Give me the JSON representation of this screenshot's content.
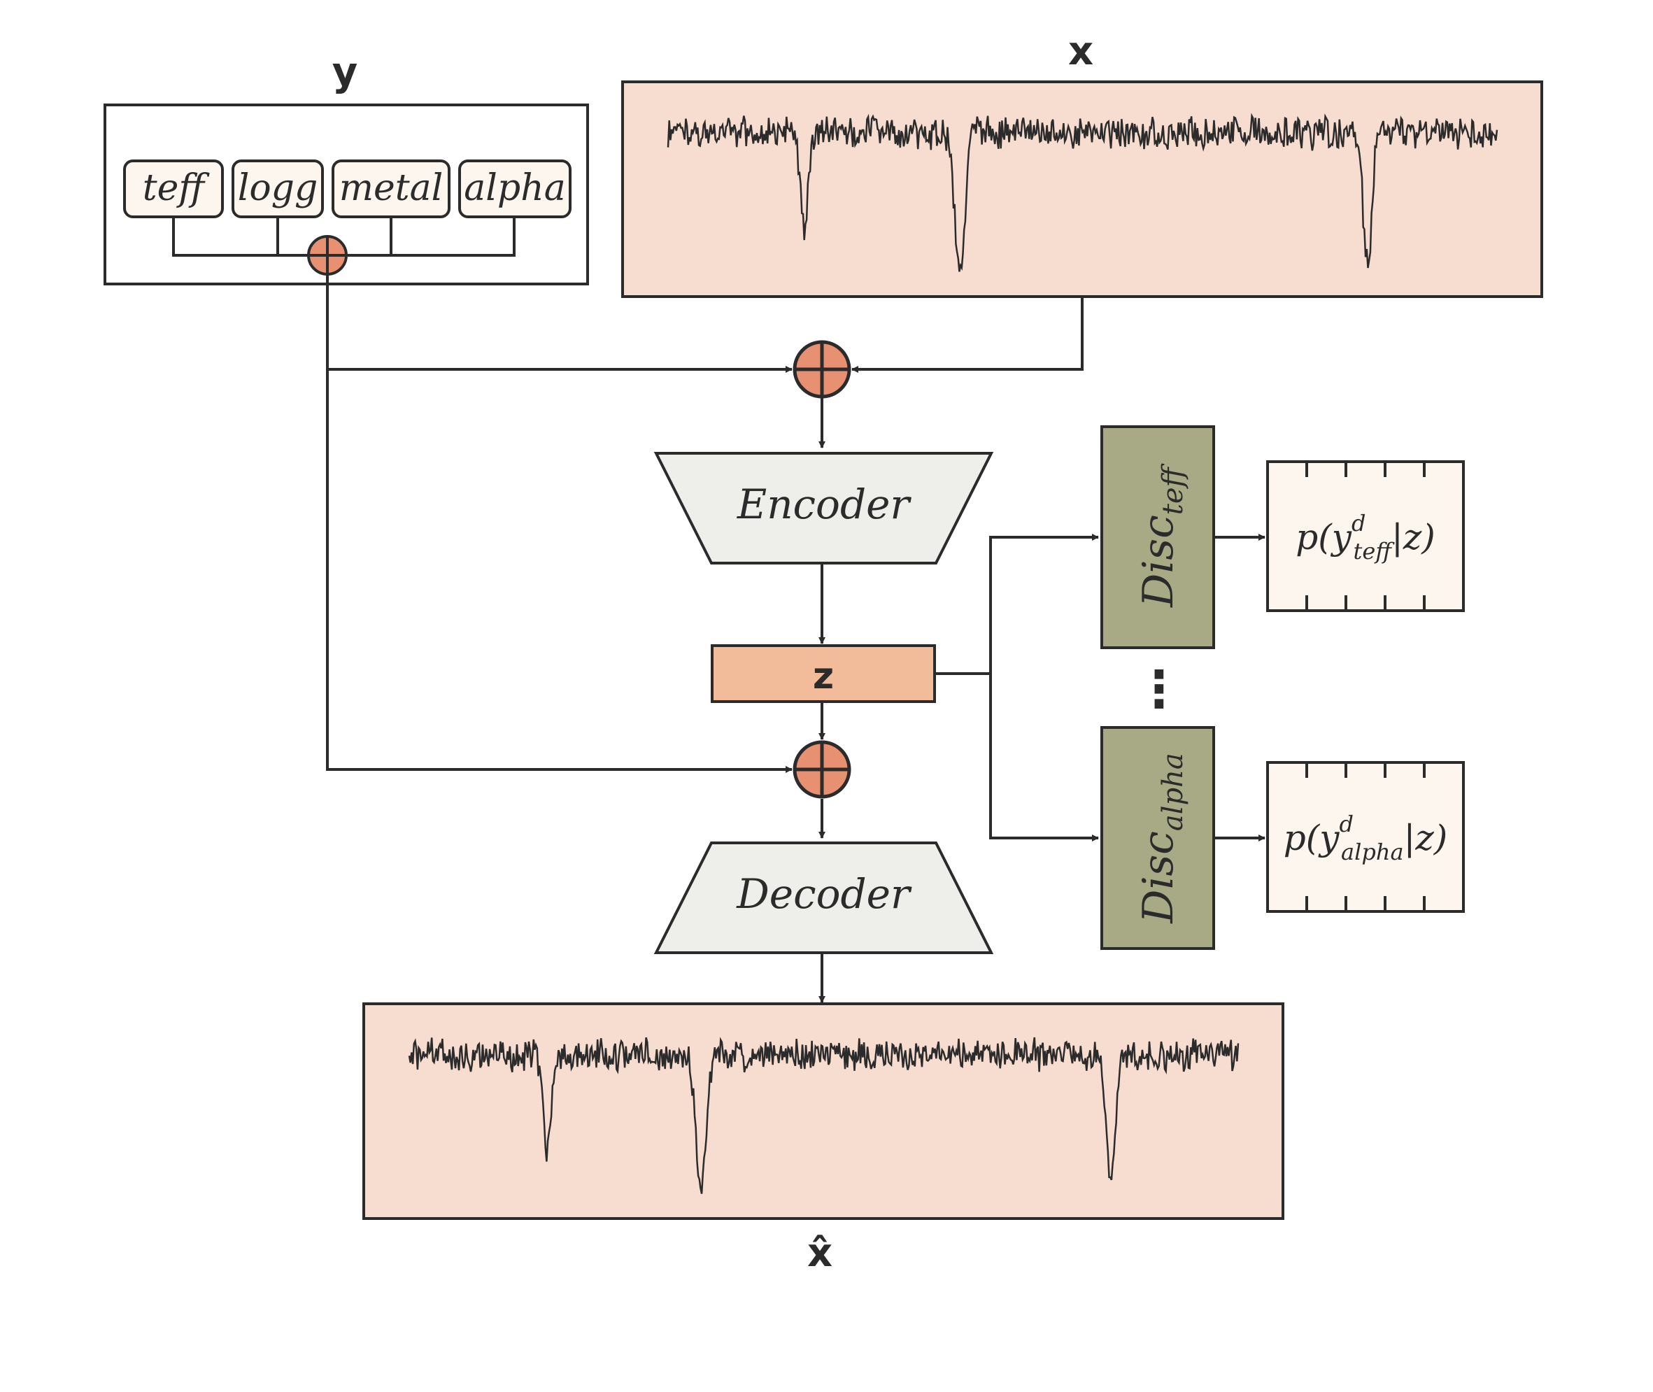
{
  "labels": {
    "y": "y",
    "x": "x",
    "x_hat": "x̂",
    "z": "z",
    "encoder": "Encoder",
    "decoder": "Decoder",
    "ellipsis": "⋮"
  },
  "conditions": [
    "teff",
    "logg",
    "metal",
    "alpha"
  ],
  "discriminators": [
    {
      "base": "Disc",
      "sub": "teff",
      "output_base": "p(y",
      "output_sup": "d",
      "output_sub": "teff",
      "output_tail": "|z)"
    },
    {
      "base": "Disc",
      "sub": "alpha",
      "output_base": "p(y",
      "output_sup": "d",
      "output_sub": "alpha",
      "output_tail": "|z)"
    }
  ],
  "colors": {
    "spectrum_fill": "#f6ddd0",
    "condition_fill": "#fdf6ee",
    "plus_fill": "#e89172",
    "z_fill": "#f2bc9a",
    "coder_fill": "#eeefea",
    "disc_fill": "#a8a985",
    "output_fill": "#fdf6ee",
    "line": "#2b2b2b"
  }
}
